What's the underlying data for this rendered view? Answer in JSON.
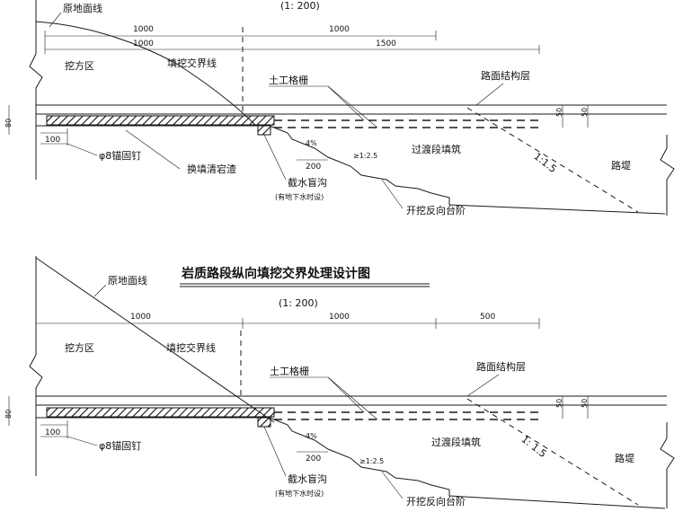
{
  "top": {
    "scale": "(1: 200)",
    "label_ground": "原地面线",
    "dim_1a": "1000",
    "dim_1b": "1000",
    "dim_1c": "1000",
    "dim_1d": "1500",
    "label_cut": "挖方区",
    "label_boundary": "填挖交界线",
    "label_geogrid": "土工格栅",
    "label_pavement": "路面结构层",
    "dim_80": "80",
    "dim_50a": "50",
    "dim_50b": "50",
    "dim_100": "100",
    "dim_4pct": "4%",
    "dim_200": "200",
    "slope_25": "≥1:2.5",
    "slope_15": "1:1.5",
    "label_transition": "过渡段填筑",
    "label_embankment": "路堤",
    "label_anchor": "φ8锚固钉",
    "label_replace": "换填清宕渣",
    "label_drain": "截水盲沟",
    "label_drain_note": "(有地下水时设)",
    "label_steps": "开挖反向台阶"
  },
  "bottom": {
    "title": "岩质路段纵向填挖交界处理设计图",
    "scale": "(1: 200)",
    "label_ground": "原地面线",
    "dim_1a": "1000",
    "dim_1b": "1000",
    "dim_1c": "500",
    "label_cut": "挖方区",
    "label_boundary": "填挖交界线",
    "label_geogrid": "土工格栅",
    "label_pavement": "路面结构层",
    "dim_80": "80",
    "dim_50a": "50",
    "dim_50b": "50",
    "dim_100": "100",
    "dim_4pct": "4%",
    "dim_200": "200",
    "slope_25": "≥1:2.5",
    "slope_15": "1: 1.5",
    "label_transition": "过渡段填筑",
    "label_embankment": "路堤",
    "label_anchor": "φ8锚固钉",
    "label_drain": "截水盲沟",
    "label_drain_note": "(有地下水时设)",
    "label_steps": "开挖反向台阶"
  }
}
